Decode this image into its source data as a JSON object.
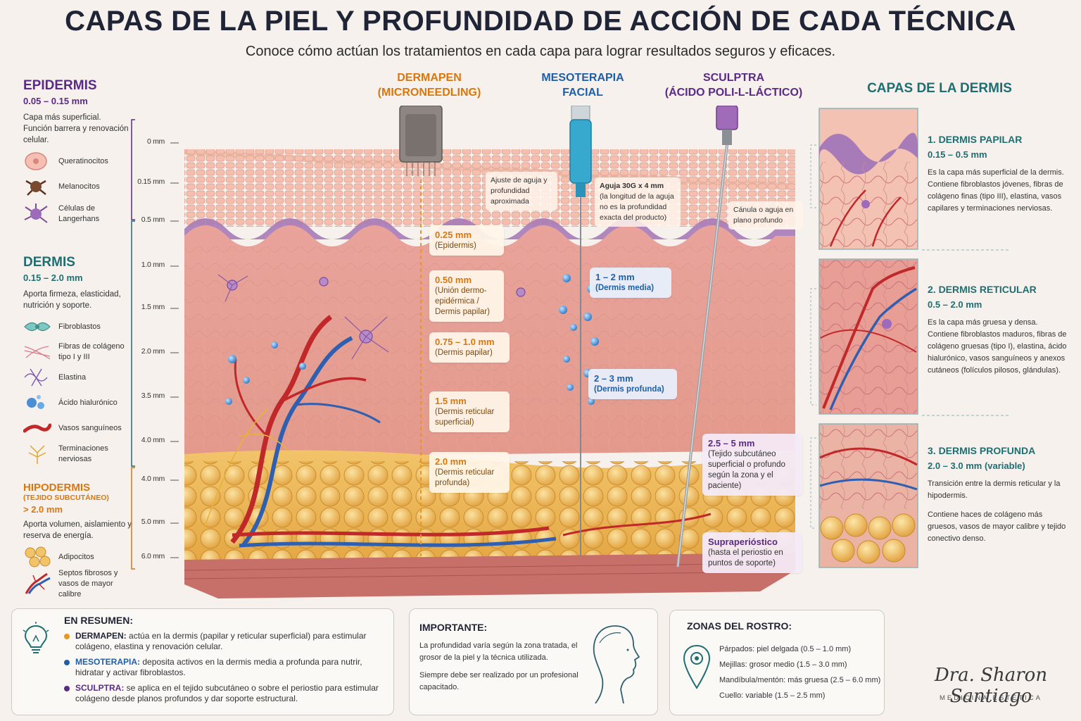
{
  "header": {
    "title": "CAPAS DE LA PIEL Y PROFUNDIDAD DE ACCIÓN DE CADA TÉCNICA",
    "subtitle": "Conoce cómo actúan los tratamientos en cada capa para lograr resultados seguros y eficaces."
  },
  "colors": {
    "purple": "#5b2a86",
    "teal": "#1f6e72",
    "orange": "#d9770f",
    "blue": "#1e5fa8"
  },
  "legend": {
    "epidermis": {
      "title": "EPIDERMIS",
      "range": "0.05 – 0.15 mm",
      "desc": "Capa más superficial. Función barrera y renovación celular.",
      "items": [
        {
          "icon": "keratinocyte-icon",
          "label": "Queratinocitos"
        },
        {
          "icon": "melanocyte-icon",
          "label": "Melanocitos"
        },
        {
          "icon": "langerhans-icon",
          "label": "Células de Langerhans"
        }
      ]
    },
    "dermis": {
      "title": "DERMIS",
      "range": "0.15 – 2.0 mm",
      "desc": "Aporta firmeza, elasticidad, nutrición y soporte.",
      "items": [
        {
          "icon": "fibroblast-icon",
          "label": "Fibroblastos"
        },
        {
          "icon": "collagen-fiber-icon",
          "label": "Fibras de colágeno tipo I y III"
        },
        {
          "icon": "elastin-icon",
          "label": "Elastina"
        },
        {
          "icon": "hyaluronic-acid-icon",
          "label": "Ácido hialurónico"
        },
        {
          "icon": "blood-vessel-icon",
          "label": "Vasos sanguíneos"
        },
        {
          "icon": "nerve-ending-icon",
          "label": "Terminaciones nerviosas"
        }
      ]
    },
    "hipodermis": {
      "title": "HIPODERMIS",
      "subtitle": "(TEJIDO SUBCUTÁNEO)",
      "range": "> 2.0 mm",
      "desc": "Aporta volumen, aislamiento y reserva de energía.",
      "items": [
        {
          "icon": "adipocyte-icon",
          "label": "Adipocitos"
        },
        {
          "icon": "fibrous-septa-icon",
          "label": "Septos fibrosos y vasos de mayor calibre"
        }
      ]
    }
  },
  "ruler": {
    "ticks": [
      "0 mm",
      "0.15 mm",
      "0.5 mm",
      "1.0 mm",
      "1.5 mm",
      "2.0 mm",
      "3.5 mm",
      "4.0 mm",
      "4.0 mm",
      "5.0 mm",
      "6.0 mm"
    ]
  },
  "tools": {
    "dermapen": {
      "name_line1": "DERMAPEN",
      "name_line2": "(MICRONEEDLING)",
      "note": "Ajuste de aguja y profundidad aproximada",
      "depths": [
        {
          "value": "0.25 mm",
          "label": "(Epidermis)"
        },
        {
          "value": "0.50 mm",
          "label": "(Unión dermo-epidérmica / Dermis papilar)"
        },
        {
          "value": "0.75 – 1.0 mm",
          "label": "(Dermis papilar)"
        },
        {
          "value": "1.5 mm",
          "label": "(Dermis reticular superficial)"
        },
        {
          "value": "2.0 mm",
          "label": "(Dermis reticular profunda)"
        }
      ]
    },
    "mesoterapia": {
      "name_line1": "MESOTERAPIA",
      "name_line2": "FACIAL",
      "note_title": "Aguja 30G x 4 mm",
      "note": "(la longitud de la aguja no es la profundidad exacta del producto)",
      "depths": [
        {
          "value": "1 – 2 mm",
          "label": "(Dermis media)"
        },
        {
          "value": "2 – 3 mm",
          "label": "(Dermis profunda)"
        }
      ]
    },
    "sculptra": {
      "name_line1": "SCULPTRA",
      "name_line2": "(ÁCIDO POLI-L-LÁCTICO)",
      "note": "Cánula o aguja en plano profundo",
      "depths": [
        {
          "value": "2.5 – 5 mm",
          "label": "(Tejido subcutáneo superficial o profundo según la zona y el paciente)"
        },
        {
          "value": "Supraperióstico",
          "label": "(hasta el periostio en puntos de soporte)"
        }
      ]
    }
  },
  "dermis_layers": {
    "title": "CAPAS DE LA DERMIS",
    "items": [
      {
        "name": "1. DERMIS PAPILAR",
        "range": "0.15 – 0.5 mm",
        "desc": "Es la capa más superficial de la dermis. Contiene fibroblastos jóvenes, fibras de colágeno finas (tipo III), elastina, vasos capilares y terminaciones nerviosas."
      },
      {
        "name": "2. DERMIS RETICULAR",
        "range": "0.5 – 2.0 mm",
        "desc": "Es la capa más gruesa y densa. Contiene fibroblastos maduros, fibras de colágeno gruesas (tipo I), elastina, ácido hialurónico, vasos sanguíneos y anexos cutáneos (folículos pilosos, glándulas)."
      },
      {
        "name": "3. DERMIS PROFUNDA",
        "range": "2.0 – 3.0 mm (variable)",
        "desc1": "Transición entre la dermis reticular y la hipodermis.",
        "desc2": "Contiene haces de colágeno más gruesos, vasos de mayor calibre y tejido conectivo denso."
      }
    ]
  },
  "summary": {
    "title": "EN RESUMEN:",
    "items": [
      {
        "tech": "DERMAPEN:",
        "text": "actúa en la dermis (papilar y reticular superficial) para estimular colágeno, elastina y renovación celular.",
        "color": "#e8961e"
      },
      {
        "tech": "MESOTERAPIA:",
        "text": "deposita activos en la dermis media a profunda para nutrir, hidratar y activar fibroblastos.",
        "color": "#1e5fa8"
      },
      {
        "tech": "SCULPTRA:",
        "text": "se aplica en el tejido subcutáneo o sobre el periostio para estimular colágeno desde planos profundos y dar soporte estructural.",
        "color": "#5b2a86"
      }
    ]
  },
  "important": {
    "title": "IMPORTANTE:",
    "p1": "La profundidad varía según la zona tratada, el grosor de la piel y la técnica utilizada.",
    "p2": "Siempre debe ser realizado por un profesional capacitado."
  },
  "zones": {
    "title": "ZONAS DEL ROSTRO:",
    "items": [
      "Párpados: piel delgada (0.5 – 1.0 mm)",
      "Mejillas: grosor medio (1.5 – 3.0 mm)",
      "Mandíbula/mentón: más gruesa (2.5 – 6.0 mm)",
      "Cuello: variable (1.5 – 2.5 mm)"
    ]
  },
  "brand": {
    "name": "Dra. Sharon Santiago",
    "tagline": "MEDICINA ESTÉTICA"
  }
}
